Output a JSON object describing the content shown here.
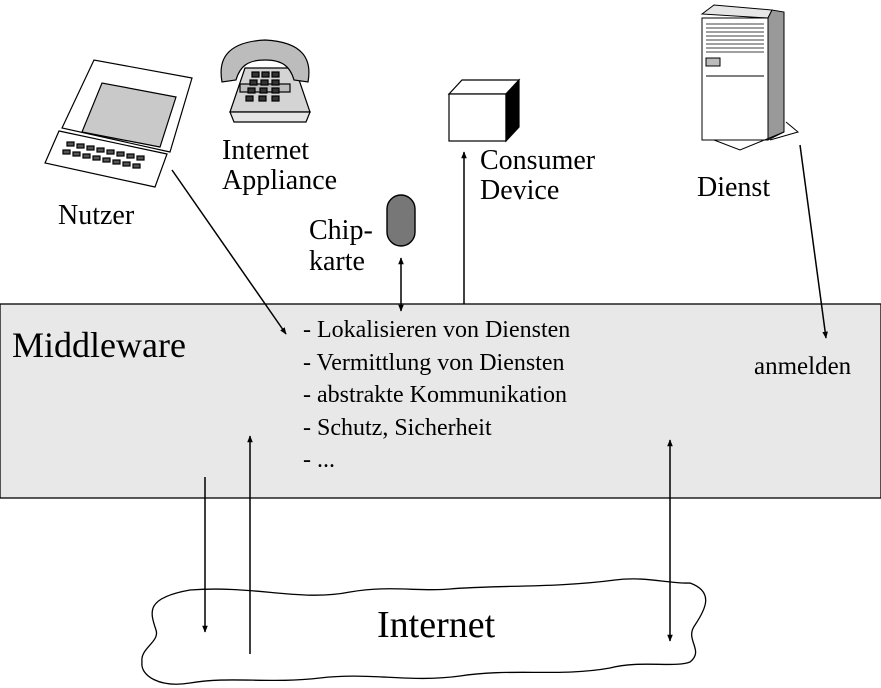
{
  "devices": {
    "laptop": "Nutzer",
    "phone_line1": "Internet",
    "phone_line2": "Appliance",
    "box_line1": "Consumer",
    "box_line2": "Device",
    "card_line1": "Chip-",
    "card_line2": "karte",
    "server": "Dienst"
  },
  "middleware": {
    "title": "Middleware",
    "functions": [
      "- Lokalisieren von Diensten",
      "- Vermittlung von Diensten",
      "- abstrakte Kommunikation",
      "- Schutz, Sicherheit",
      "- ..."
    ],
    "register_label": "anmelden",
    "band_color": "#e8e8e8"
  },
  "network": {
    "label": "Internet"
  },
  "icons": [
    "laptop-icon",
    "telephone-icon",
    "consumer-device-icon",
    "chipcard-icon",
    "server-icon"
  ]
}
